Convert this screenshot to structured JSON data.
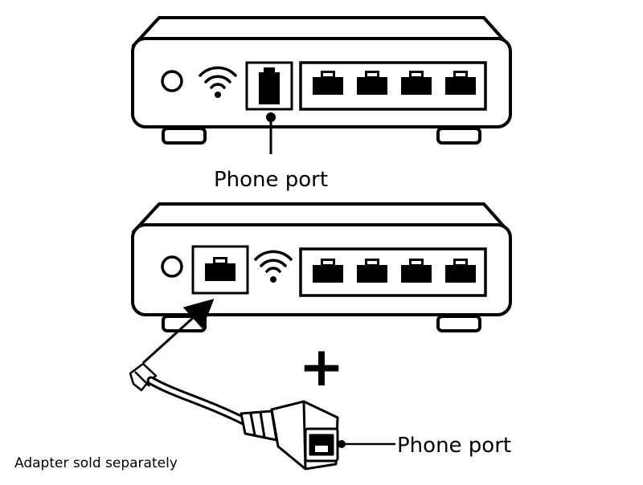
{
  "labels": {
    "top_phone_port": "Phone port",
    "adapter_phone_port": "Phone port",
    "adapter_note": "Adapter sold separately"
  },
  "symbols": {
    "plus": "+"
  },
  "icons": [
    "power-button-icon",
    "wifi-icon",
    "phone-jack-icon",
    "ethernet-port-icon",
    "adapter-cable-icon",
    "arrow-icon"
  ],
  "colors": {
    "ink": "#000000",
    "background": "#ffffff"
  }
}
